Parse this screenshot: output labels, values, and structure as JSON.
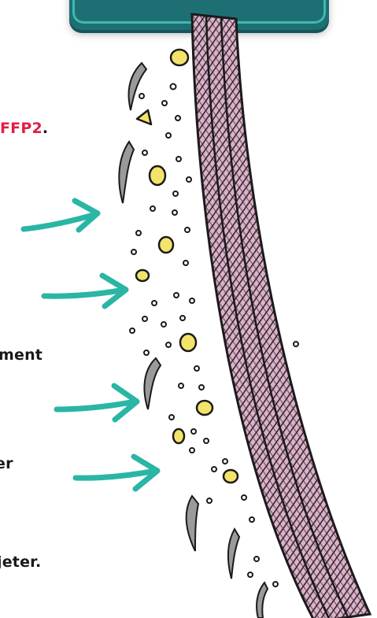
{
  "text_lines": {
    "ffp2": "FFP2",
    "period": ".",
    "ment": "ment",
    "er": "er",
    "jeter": "jeter."
  },
  "colors": {
    "banner": "#1e6f73",
    "accent_text": "#e01f45",
    "arrow": "#2ab5a5",
    "fabric": "#5a3447",
    "particles": "#f4e36b",
    "fibers": "#9a9a9a"
  },
  "illustration": {
    "layer_count": 3,
    "arrow_count": 4
  }
}
